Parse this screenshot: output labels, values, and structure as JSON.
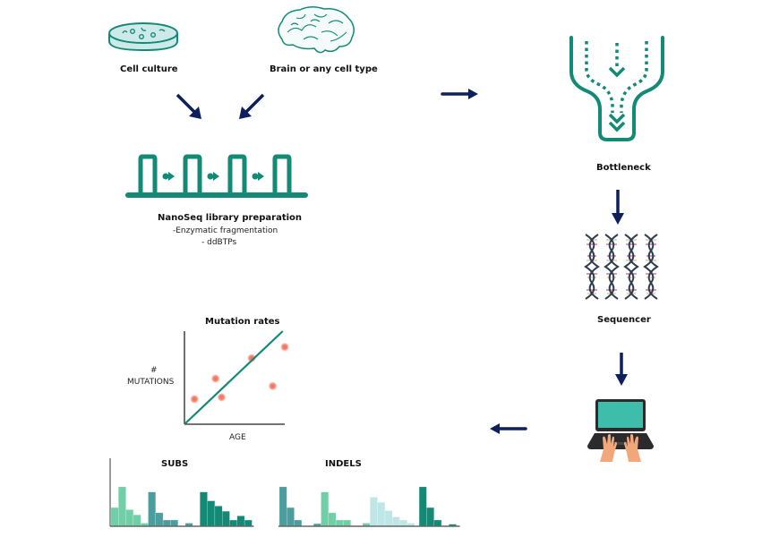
{
  "colors": {
    "teal": "#138a76",
    "navy_arrow": "#0d1f5c",
    "petri_fill": "#cde9ea",
    "laptop_screen": "#3dbdaa",
    "dot": "#f26b54",
    "subs_light": "#6fcfa6",
    "subs_mid": "#4a9e9e",
    "subs_dark": "#138a76",
    "indels_lightblue": "#bfe6e6",
    "axis": "#666666"
  },
  "steps": {
    "cell_culture": {
      "label": "Cell culture",
      "icon": "petri-dish-icon"
    },
    "brain": {
      "label": "Brain or any cell type",
      "icon": "brain-icon"
    },
    "library_prep": {
      "title": "NanoSeq library preparation",
      "details": [
        "-Enzymatic fragmentation",
        "- ddBTPs"
      ],
      "icon": "dna-fragments-icon"
    },
    "bottleneck": {
      "label": "Bottleneck",
      "icon": "funnel-icon"
    },
    "sequencer": {
      "label": "Sequencer",
      "icon": "dna-helix-icon"
    },
    "analysis": {
      "label": "",
      "icon": "laptop-icon"
    }
  },
  "mutation_rates": {
    "title": "Mutation rates",
    "ylabel_line1": "#",
    "ylabel_line2": "MUTATIONS",
    "xlabel": "AGE"
  },
  "chart_data": [
    {
      "type": "scatter",
      "title": "Mutation rates",
      "xlabel": "AGE",
      "ylabel": "# MUTATIONS",
      "xlim": [
        0,
        10
      ],
      "ylim": [
        0,
        10
      ],
      "points": [
        [
          1,
          2.7
        ],
        [
          3.1,
          4.9
        ],
        [
          3.7,
          2.9
        ],
        [
          6.7,
          7.1
        ],
        [
          8.8,
          4.1
        ],
        [
          10,
          8.3
        ]
      ],
      "trendline": {
        "from": [
          0,
          0
        ],
        "to": [
          9.8,
          10
        ]
      }
    },
    {
      "type": "bar",
      "title": "SUBS",
      "ylim": [
        0,
        10
      ],
      "groups": [
        {
          "color_key": "subs_light",
          "values": [
            3.6,
            7.6,
            3.2,
            2.2,
            0.6
          ]
        },
        {
          "color_key": "subs_mid",
          "values": [
            6.6,
            2.6,
            1.2,
            1.2
          ]
        },
        {
          "color_key": "subs_mid",
          "values": [
            0,
            0.6
          ]
        },
        {
          "color_key": "subs_dark",
          "values": [
            6.6,
            4.9,
            3.9,
            2.9,
            1.2,
            2.0,
            1.2
          ]
        }
      ]
    },
    {
      "type": "bar",
      "title": "INDELS",
      "ylim": [
        0,
        10
      ],
      "groups": [
        {
          "color_key": "subs_mid",
          "values": [
            7.6,
            3.6,
            1.2
          ]
        },
        {
          "color_key": "subs_mid",
          "values": [
            0,
            0.5
          ]
        },
        {
          "color_key": "subs_light",
          "values": [
            6.6,
            2.6,
            1.2,
            1.2
          ]
        },
        {
          "color_key": "subs_light",
          "values": [
            0,
            0.6
          ]
        },
        {
          "color_key": "indels_lightblue",
          "values": [
            5.6,
            4.6,
            3.0,
            1.8,
            1.2,
            0.6
          ]
        },
        {
          "color_key": "subs_dark",
          "values": [
            7.6,
            3.6,
            1.2
          ]
        },
        {
          "color_key": "subs_dark",
          "values": [
            0,
            0.4
          ]
        }
      ]
    }
  ]
}
